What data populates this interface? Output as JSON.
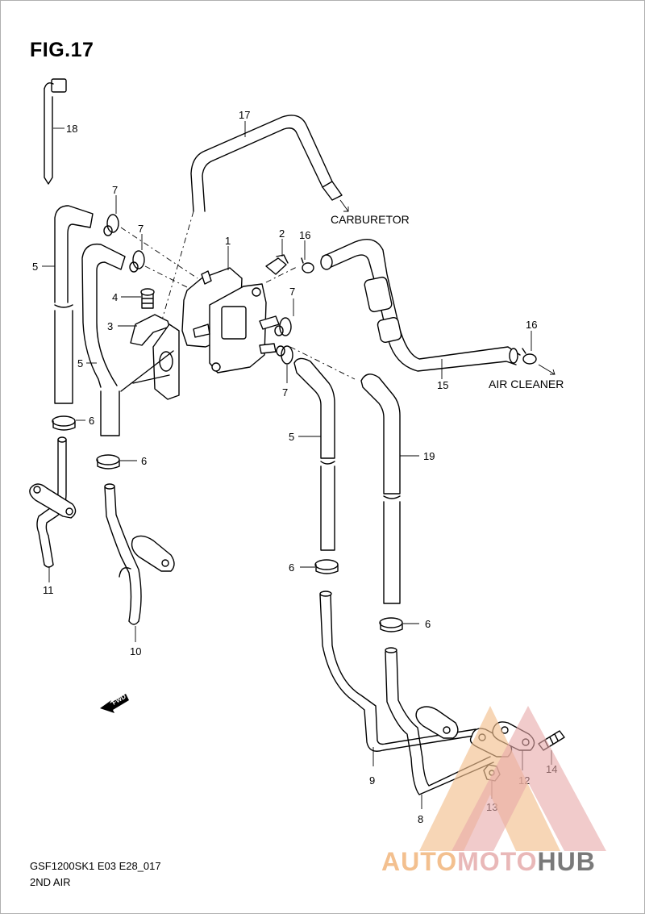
{
  "figure": {
    "title": "FIG.17",
    "model_code": "GSF1200SK1 E03 E28_017",
    "section_name": "2ND AIR"
  },
  "destinations": {
    "carburetor": "CARBURETOR",
    "air_cleaner": "AIR CLEANER"
  },
  "callouts": {
    "p1": "1",
    "p2": "2",
    "p3": "3",
    "p4": "4",
    "p5a": "5",
    "p5b": "5",
    "p5c": "5",
    "p6a": "6",
    "p6b": "6",
    "p6c": "6",
    "p6d": "6",
    "p7a": "7",
    "p7b": "7",
    "p7c": "7",
    "p7d": "7",
    "p8": "8",
    "p9": "9",
    "p10": "10",
    "p11": "11",
    "p12": "12",
    "p13": "13",
    "p14": "14",
    "p15": "15",
    "p16a": "16",
    "p16b": "16",
    "p17": "17",
    "p18": "18",
    "p19": "19"
  },
  "fwd_mark": "FWD",
  "watermark": {
    "part1": "AUTO",
    "part2": "MOTO",
    "part3": "HUB",
    "colors": {
      "orange": "#f3c08f",
      "red": "#e8a8a8",
      "gray": "#7a7a7a"
    }
  }
}
